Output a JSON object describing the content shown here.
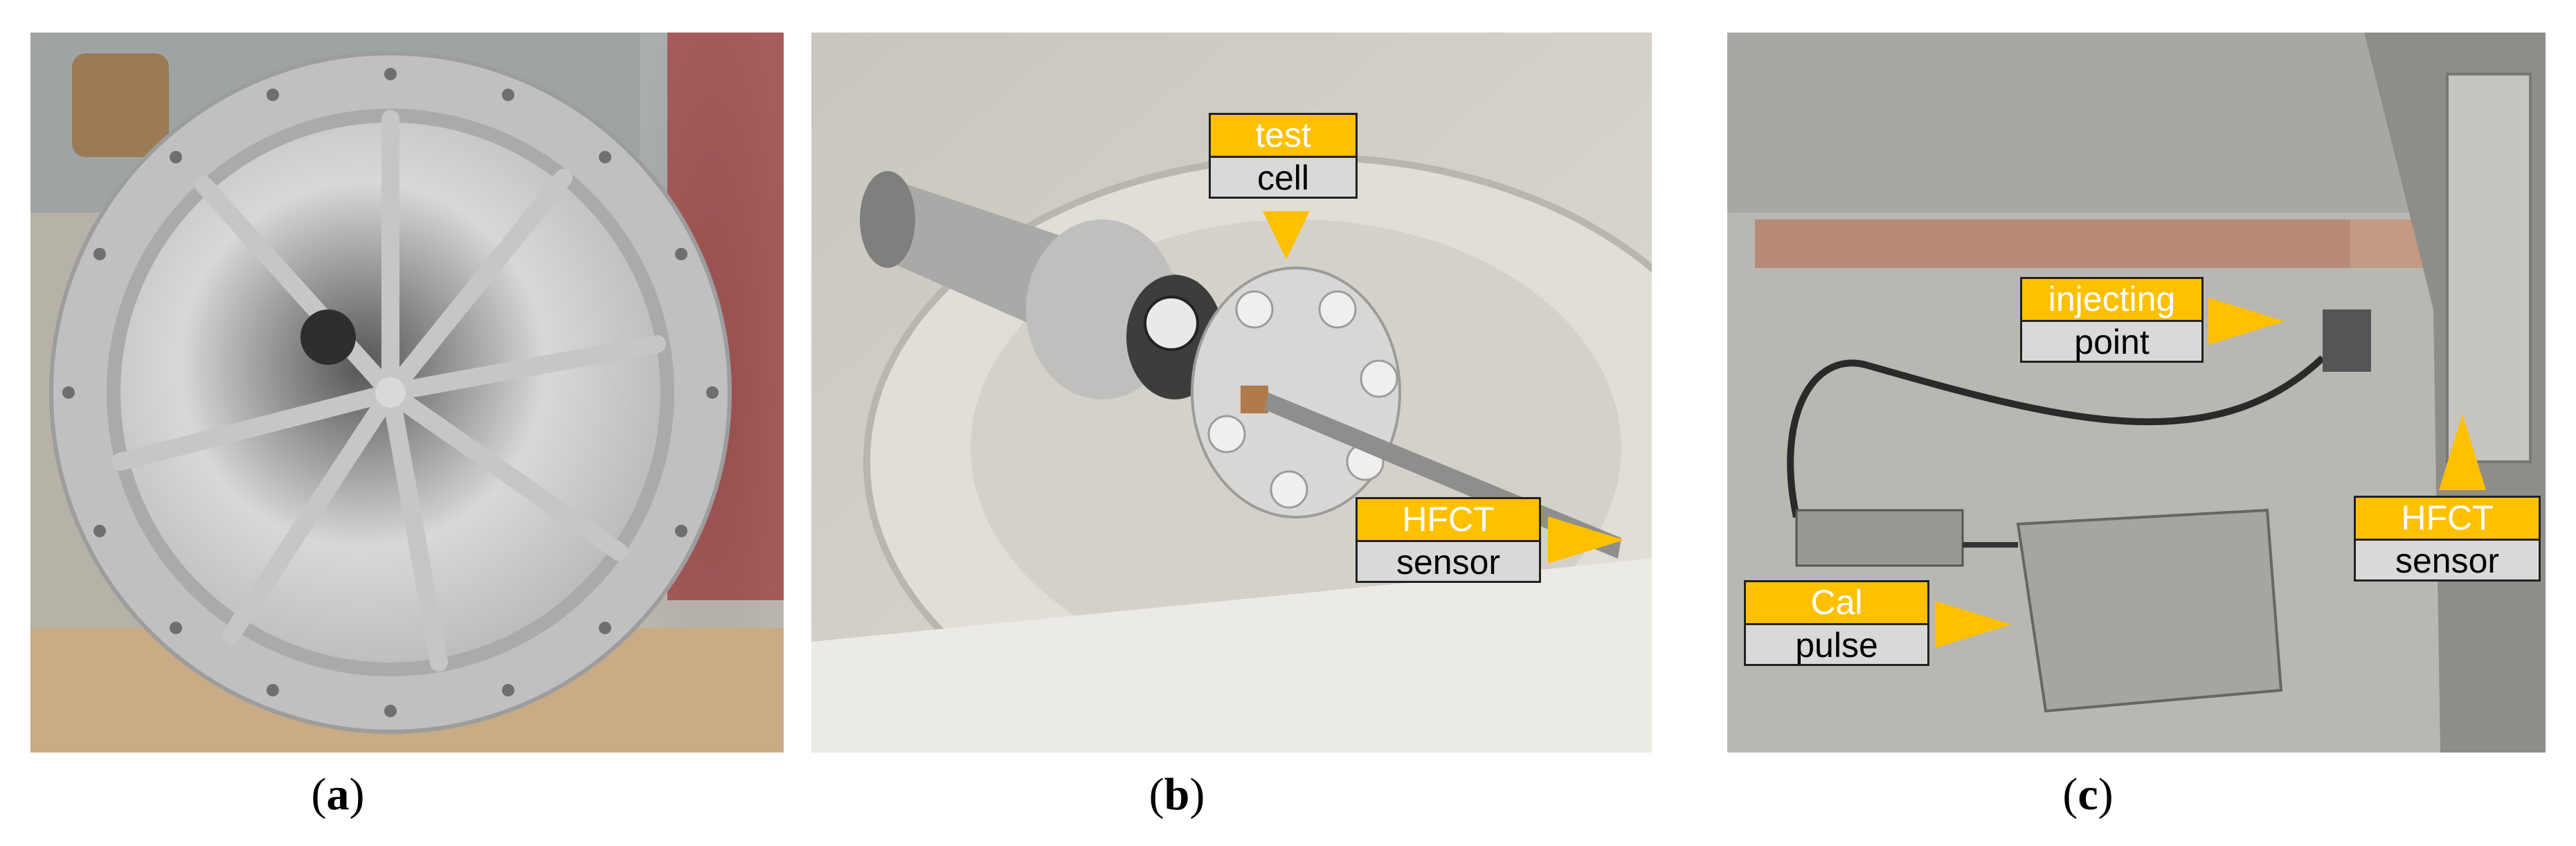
{
  "captions": {
    "a": {
      "open": "(",
      "letter": "a",
      "close": ")"
    },
    "b": {
      "open": "(",
      "letter": "b",
      "close": ")"
    },
    "c": {
      "open": "(",
      "letter": "c",
      "close": ")"
    }
  },
  "labels": {
    "test_cell": {
      "line1": "test",
      "line2": "cell"
    },
    "hfct_sensor_b": {
      "line1": "HFCT",
      "line2": "sensor"
    },
    "injecting_point": {
      "line1": "injecting",
      "line2": "point"
    },
    "hfct_sensor_c": {
      "line1": "HFCT",
      "line2": "sensor"
    },
    "cal_pulse": {
      "line1": "Cal",
      "line2": "pulse"
    }
  },
  "colors": {
    "label_top_bg": "#ffc000",
    "label_bottom_bg": "#d9d9d9",
    "arrow": "#ffc000"
  }
}
